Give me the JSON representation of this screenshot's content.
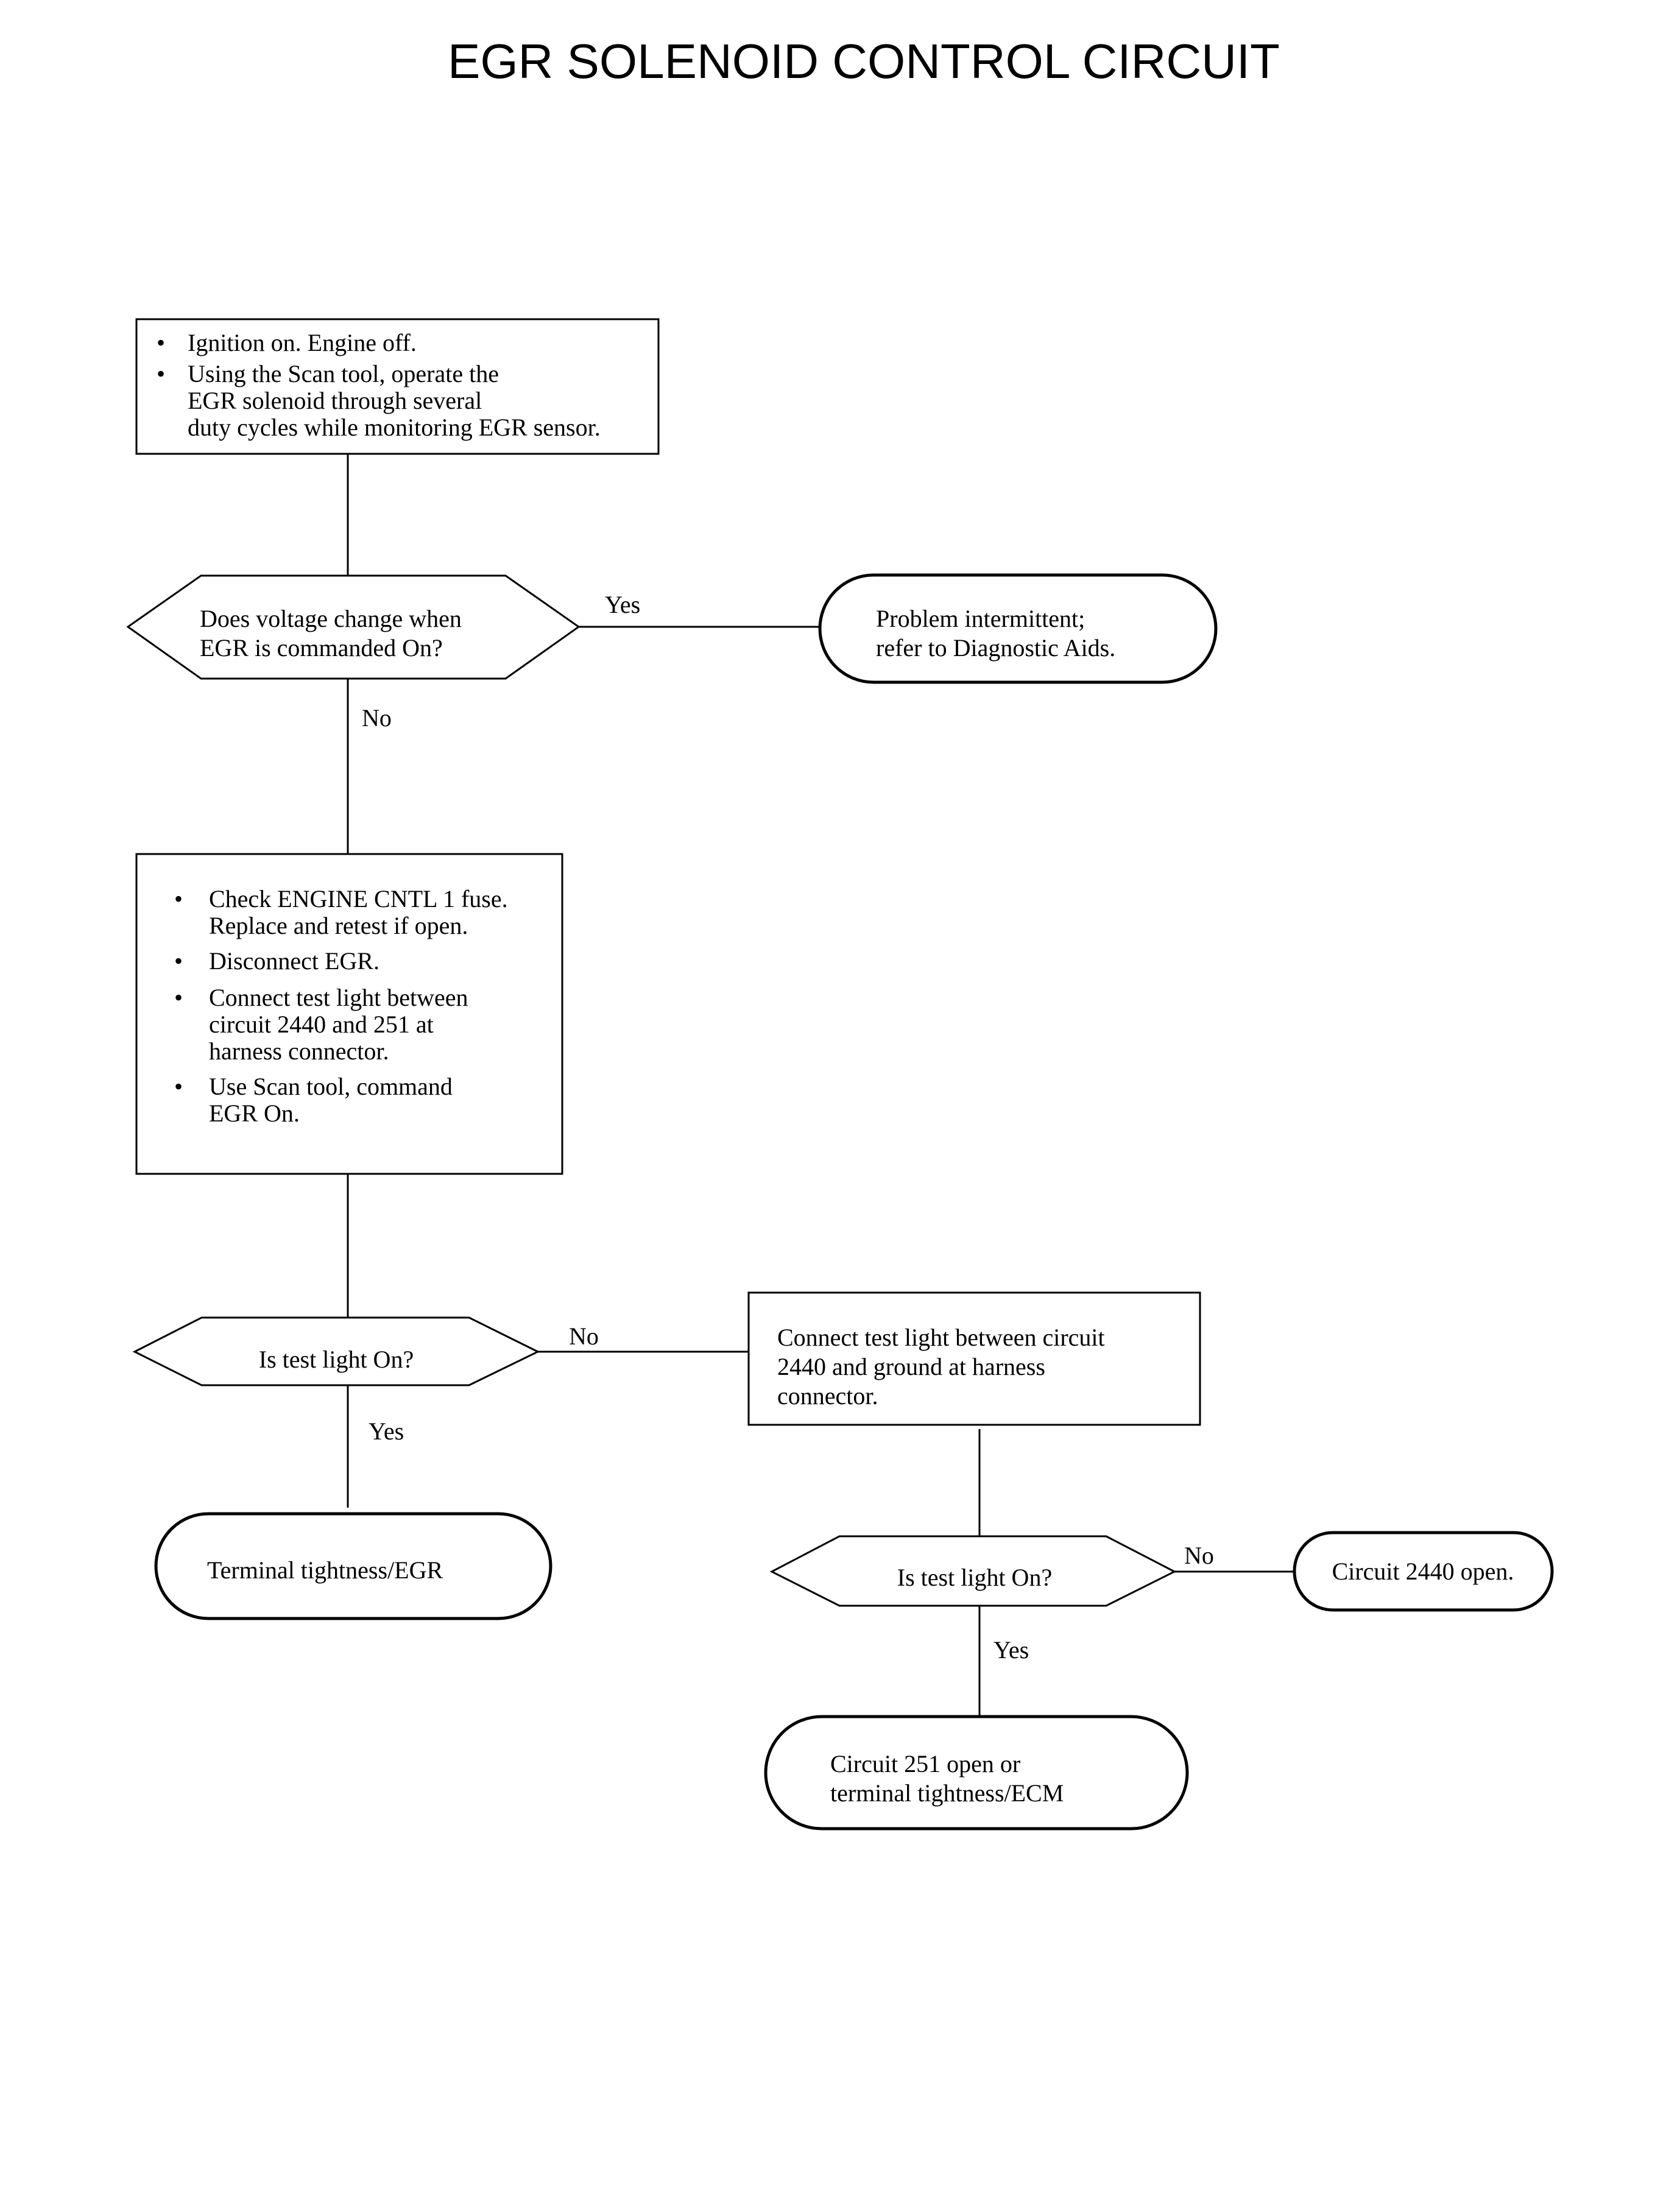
{
  "title": "EGR SOLENOID CONTROL CIRCUIT",
  "steps": {
    "step1": {
      "bullets": [
        [
          "Ignition on. Engine off."
        ],
        [
          "Using the Scan tool, operate the",
          "EGR solenoid through several",
          "duty cycles while monitoring EGR sensor."
        ]
      ]
    },
    "decision1": {
      "lines": [
        "Does voltage change when",
        "EGR is commanded On?"
      ]
    },
    "result_intermittent": {
      "lines": [
        "Problem intermittent;",
        "refer to Diagnostic Aids."
      ]
    },
    "step2": {
      "bullets": [
        [
          "Check ENGINE CNTL 1 fuse.",
          "Replace and retest if open."
        ],
        [
          "Disconnect EGR."
        ],
        [
          "Connect test light between",
          "circuit 2440 and 251 at",
          "harness connector."
        ],
        [
          "Use Scan tool, command",
          "EGR On."
        ]
      ]
    },
    "decision2": {
      "lines": [
        "Is test light On?"
      ]
    },
    "result_terminal_egr": {
      "lines": [
        "Terminal tightness/EGR"
      ]
    },
    "step3": {
      "lines": [
        "Connect test light between circuit",
        "2440 and ground at harness",
        "connector."
      ]
    },
    "decision3": {
      "lines": [
        "Is test light On?"
      ]
    },
    "result_2440_open": {
      "lines": [
        "Circuit 2440 open."
      ]
    },
    "result_251_open": {
      "lines": [
        "Circuit 251 open or",
        "terminal tightness/ECM"
      ]
    }
  },
  "labels": {
    "d1_yes": "Yes",
    "d1_no": "No",
    "d2_no": "No",
    "d2_yes": "Yes",
    "d3_no": "No",
    "d3_yes": "Yes"
  },
  "bullet_char": "•"
}
